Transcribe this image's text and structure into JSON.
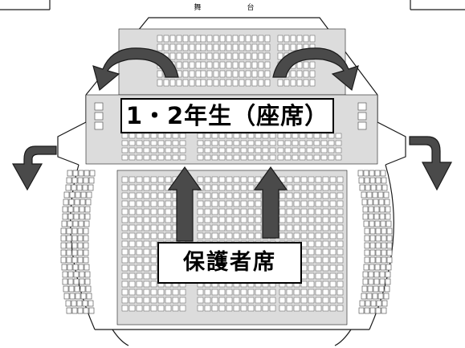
{
  "stage_label": "舞　台",
  "labels": {
    "students": "1・2年生（座席）",
    "guardians": "保護者席"
  },
  "colors": {
    "line": "#1a1a1a",
    "seat_block": "#dcdcdc",
    "seat_cell": "#ffffff",
    "arrow": "#4a4a4a"
  },
  "arrows": {
    "exit_arrows": [
      "curved-arrow-left",
      "curved-arrow-right",
      "exit-arrow-left",
      "exit-arrow-right"
    ],
    "entry_arrows": [
      "up-arrow-left",
      "up-arrow-right"
    ]
  }
}
